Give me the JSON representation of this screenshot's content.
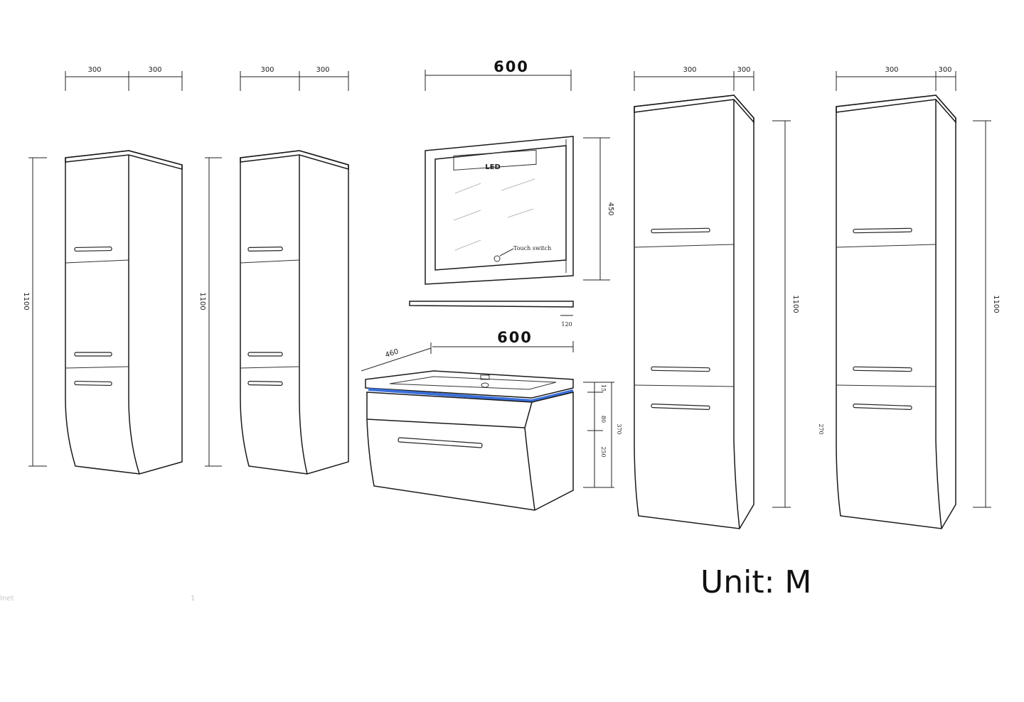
{
  "cabinet1": {
    "dim_left": "300",
    "dim_right": "300",
    "height": "1100"
  },
  "cabinet2": {
    "dim_left": "300",
    "dim_right": "300",
    "height": "1100"
  },
  "mirror": {
    "width": "600",
    "height": "450",
    "led_label": "LED",
    "touch_label": "Touch switch",
    "shelf_depth": "120"
  },
  "vanity": {
    "depth": "460",
    "width": "600",
    "dim_top": "15",
    "dim_mid": "80",
    "dim_bottom": "250",
    "dim_total": "370"
  },
  "cabinet3": {
    "dim_left": "300",
    "dim_right": "300",
    "height": "1100",
    "side_mark": "270"
  },
  "cabinet4": {
    "dim_left": "300",
    "dim_right": "300",
    "height": "1100"
  },
  "unit_label": "Unit: M",
  "footer_left": "Inet",
  "footer_mid": "1",
  "colors": {
    "led_strip": "#3a6fd8",
    "line": "#1a1a1a"
  }
}
